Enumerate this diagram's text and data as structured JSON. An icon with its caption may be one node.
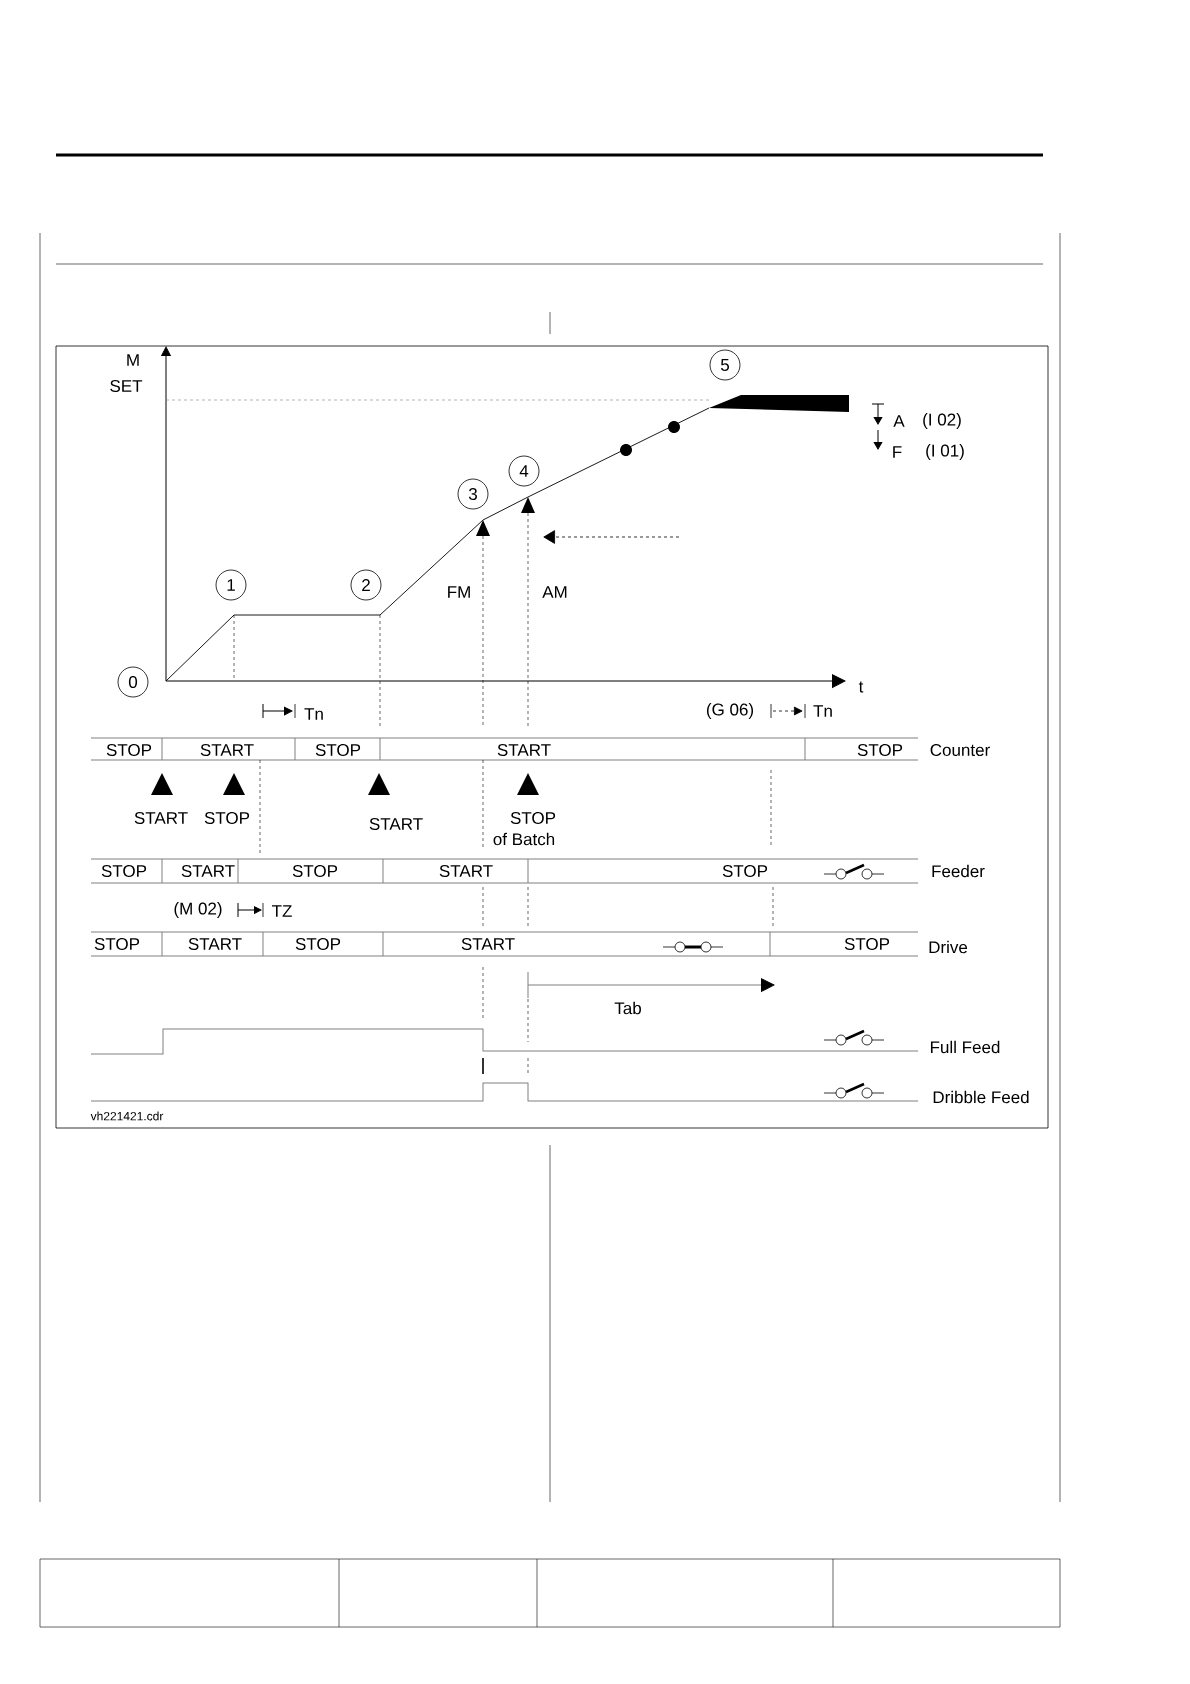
{
  "diagram": {
    "nodes": [
      {
        "text": [
          "0"
        ]
      },
      {
        "text": [
          "1"
        ]
      },
      {
        "text": [
          "2"
        ]
      },
      {
        "text": [
          "3"
        ]
      },
      {
        "text": [
          "4"
        ]
      },
      {
        "text": [
          "5"
        ]
      }
    ],
    "labels": [
      "M",
      "SET",
      "A",
      "(I 02)",
      "F",
      "(I 01)",
      "FM",
      "AM",
      "t",
      "Tn",
      "(G 06)",
      "Tn",
      "STOP",
      "START",
      "STOP",
      "START",
      "STOP",
      "Counter",
      "START",
      "STOP",
      "START",
      "STOP",
      "of Batch",
      "STOP",
      "START",
      "STOP",
      "START",
      "STOP",
      "Feeder",
      "(M 02)",
      "TZ",
      "STOP",
      "START",
      "STOP",
      "START",
      "STOP",
      "Drive",
      "Tab",
      "Full Feed",
      "Dribble Feed",
      "vh221421.cdr"
    ]
  }
}
